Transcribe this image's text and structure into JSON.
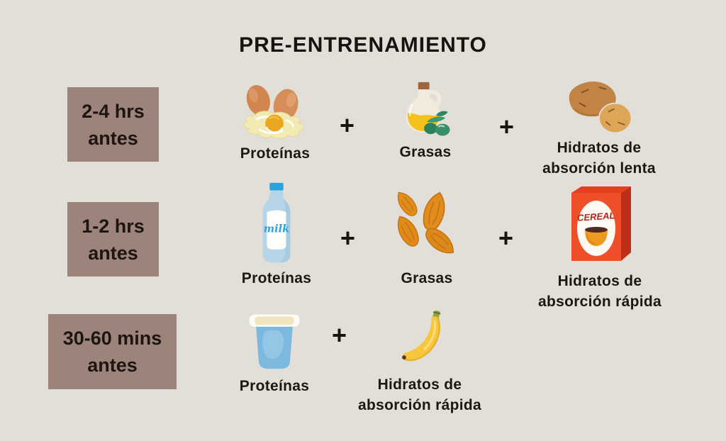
{
  "title": "PRE-ENTRENAMIENTO",
  "plus_sign": "+",
  "colors": {
    "background": "#e2dfd8",
    "time_box": "#9c847b",
    "text": "#1a1411",
    "cereal_red": "#ee4f28",
    "milk_blue": "#2aa3db"
  },
  "rows": [
    {
      "time": "2-4 hrs\nantes",
      "items": [
        {
          "icon": "fried-eggs",
          "label": "Proteínas"
        },
        {
          "icon": "olive-oil",
          "label": "Grasas"
        },
        {
          "icon": "potatoes",
          "label": "Hidratos de\nabsorción lenta"
        }
      ]
    },
    {
      "time": "1-2 hrs\nantes",
      "items": [
        {
          "icon": "milk-bottle",
          "label": "Proteínas"
        },
        {
          "icon": "almonds",
          "label": "Grasas"
        },
        {
          "icon": "cereal-box",
          "label": "Hidratos de\nabsorción rápida"
        }
      ]
    },
    {
      "time": "30-60 mins\nantes",
      "items": [
        {
          "icon": "yogurt-cup",
          "label": "Proteínas"
        },
        {
          "icon": "banana",
          "label": "Hidratos de\nabsorción rápida"
        }
      ]
    }
  ],
  "icon_labels": {
    "milk": "milk",
    "cereal": "CEREAL"
  }
}
